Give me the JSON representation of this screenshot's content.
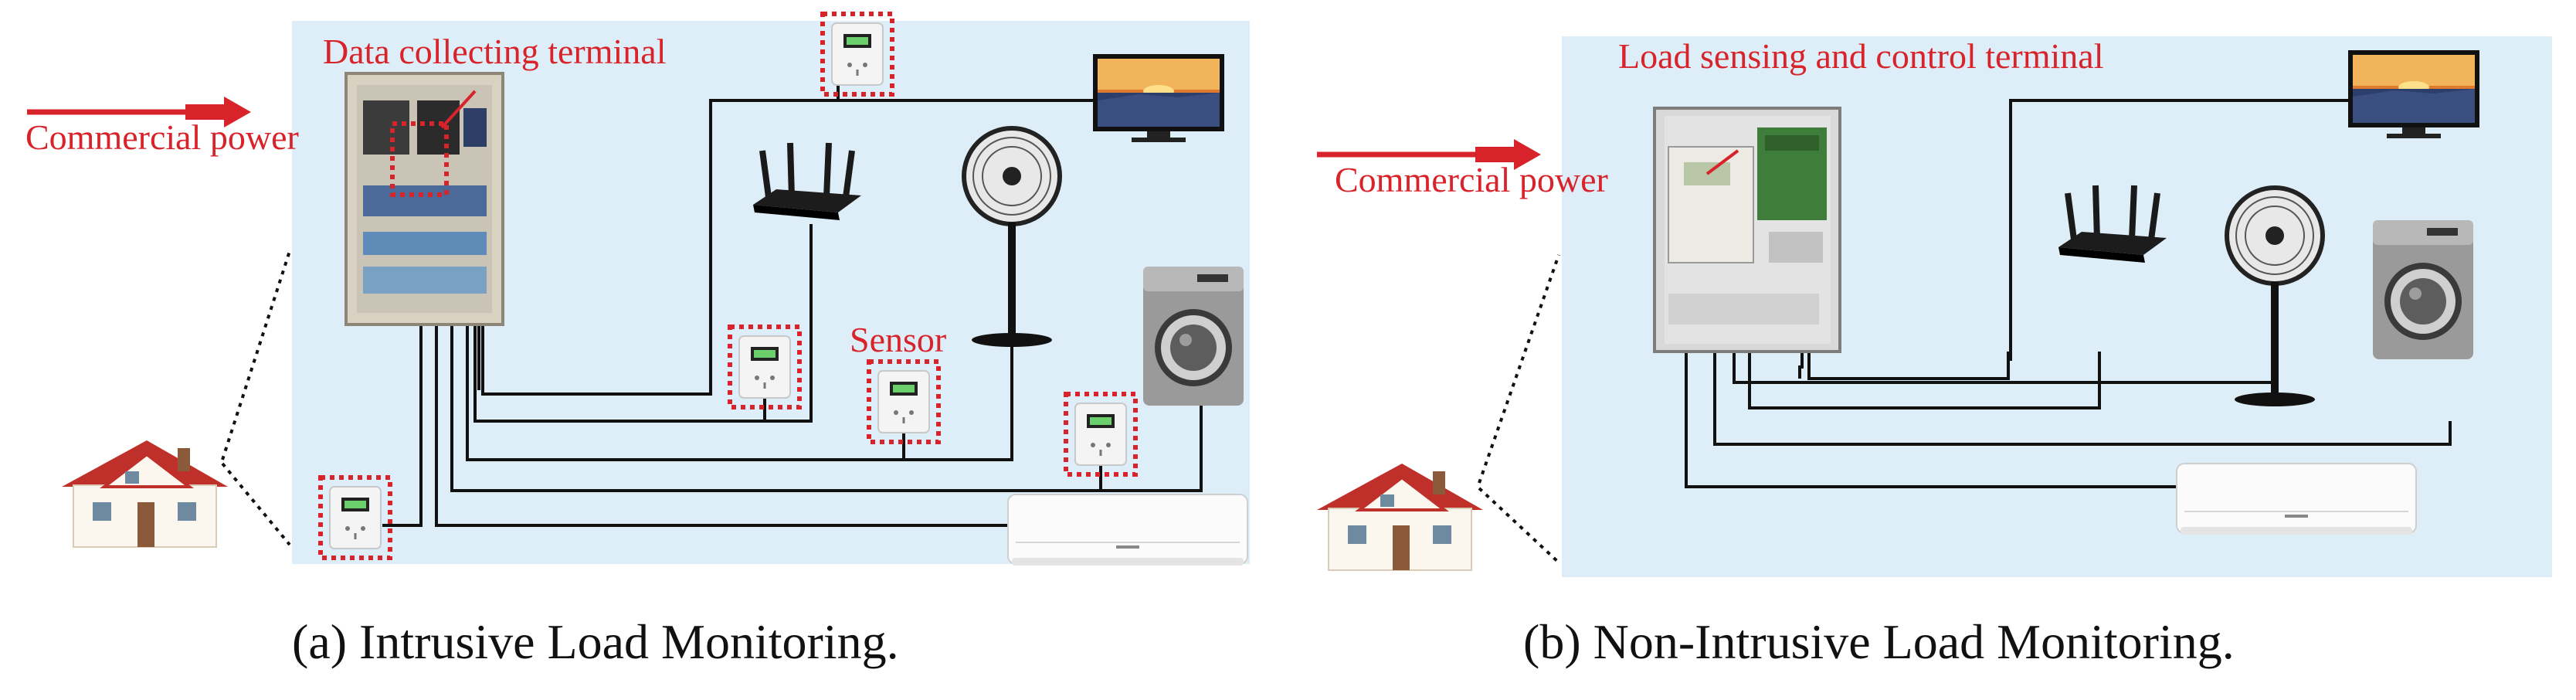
{
  "colors": {
    "panel_bg": "#deeef8",
    "accent_red": "#d8232a",
    "wire": "#111111"
  },
  "panel_a": {
    "commercial_power": "Commercial power",
    "terminal_label": "Data collecting terminal",
    "sensor_label": "Sensor",
    "caption": "(a)  Intrusive Load Monitoring."
  },
  "panel_b": {
    "commercial_power": "Commercial power",
    "terminal_label": "Load sensing and control terminal",
    "caption": "(b)  Non-Intrusive Load Monitoring."
  }
}
